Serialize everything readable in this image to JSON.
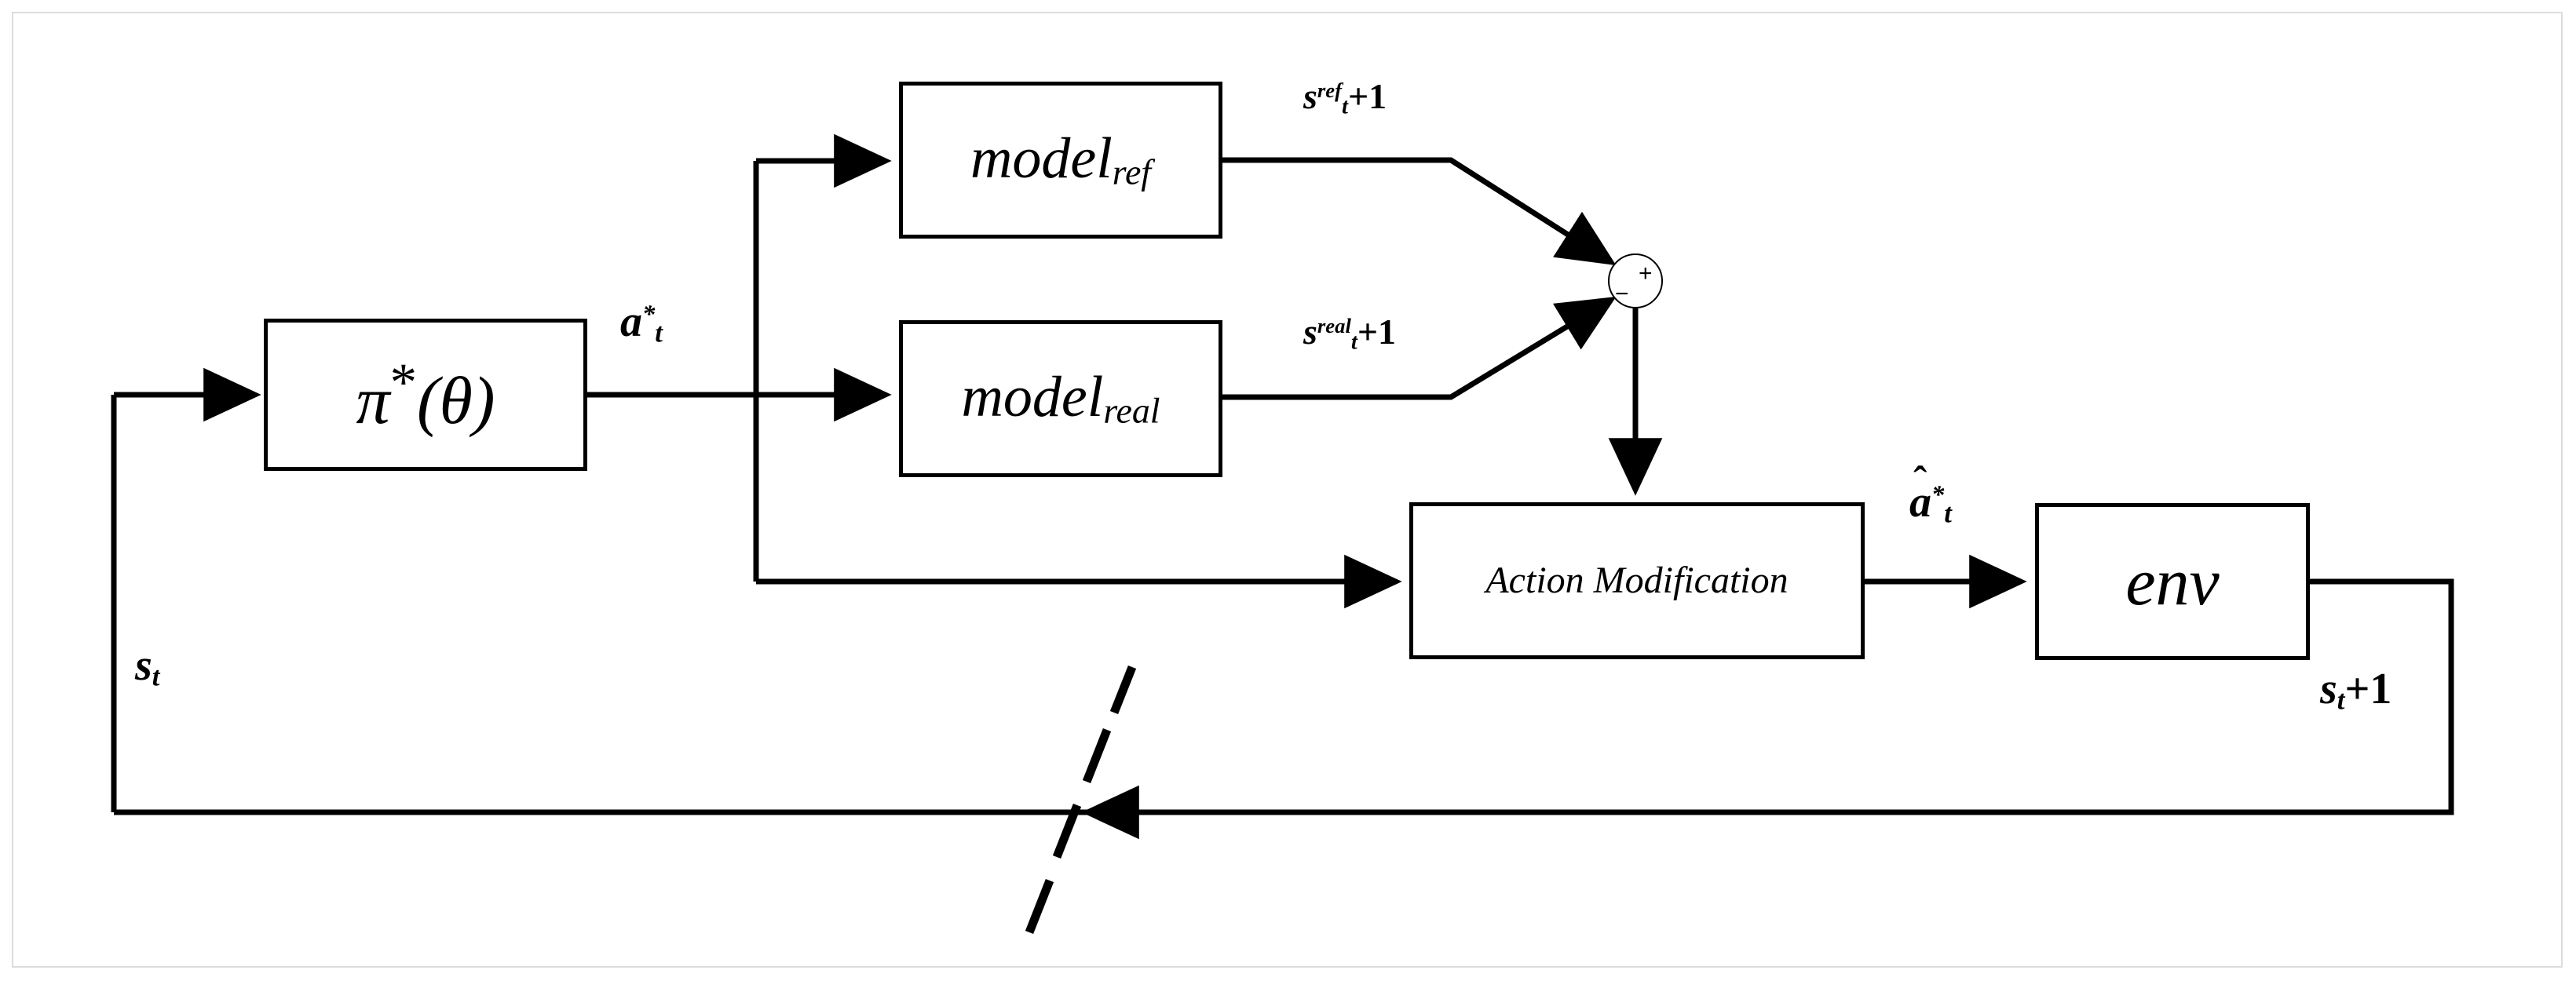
{
  "figure": {
    "type": "block-diagram",
    "title": "Residual-model action modification control loop",
    "background_color": "#ffffff",
    "line_color": "#000000",
    "frame_color": "#dcdcdc"
  },
  "blocks": [
    {
      "id": "policy",
      "label": "π",
      "label_sup": "*",
      "label_tail": "(θ)",
      "name": "policy-block"
    },
    {
      "id": "model_ref",
      "label": "model",
      "sub": "ref",
      "name": "model-ref-block"
    },
    {
      "id": "model_real",
      "label": "model",
      "sub": "real",
      "name": "model-real-block"
    },
    {
      "id": "action_mod",
      "label": "Action Modification",
      "name": "action-modification-block"
    },
    {
      "id": "env",
      "label": "env",
      "name": "env-block"
    }
  ],
  "labels": {
    "policy": "π",
    "policy_star": "*",
    "policy_arg": "(θ)",
    "model_ref_base": "model",
    "model_ref_sub": "ref",
    "model_real_base": "model",
    "model_real_sub": "real",
    "action_modification": "Action Modification",
    "env": "env"
  },
  "signals": {
    "action_optimal": {
      "base": "a",
      "sub": "t",
      "sup": "*",
      "text": "a*_t"
    },
    "state_ref_next": {
      "base": "s",
      "sub": "t",
      "sup": "ref",
      "op": "+",
      "tail": "1",
      "text": "s^ref_{t+1}"
    },
    "state_real_next": {
      "base": "s",
      "sub": "t",
      "sup": "real",
      "op": "+",
      "tail": "1",
      "text": "s^real_{t+1}"
    },
    "action_modified": {
      "base": "a",
      "hat": "ˆ",
      "sub": "t",
      "sup": "*",
      "text": "â*_t"
    },
    "state_current": {
      "base": "s",
      "sub": "t",
      "text": "s_t"
    },
    "state_next": {
      "base": "s",
      "sub": "t",
      "op": "+",
      "tail": "1",
      "text": "s_{t+1}"
    }
  },
  "summing_junction": {
    "name": "summing-junction",
    "plus_sign": "+",
    "minus_sign": "−",
    "plus_input": "state_ref_next",
    "minus_input": "state_real_next"
  },
  "connections": [
    {
      "from": "feedback",
      "to": "policy",
      "signal": "state_current"
    },
    {
      "from": "policy",
      "to": "branch",
      "signal": "action_optimal"
    },
    {
      "from": "branch",
      "to": "model_ref",
      "signal": "action_optimal"
    },
    {
      "from": "branch",
      "to": "model_real",
      "signal": "action_optimal"
    },
    {
      "from": "branch",
      "to": "action_mod",
      "signal": "action_optimal"
    },
    {
      "from": "model_ref",
      "to": "summing_junction",
      "signal": "state_ref_next",
      "sign": "+"
    },
    {
      "from": "model_real",
      "to": "summing_junction",
      "signal": "state_real_next",
      "sign": "-"
    },
    {
      "from": "summing_junction",
      "to": "action_mod",
      "signal": "state_difference"
    },
    {
      "from": "action_mod",
      "to": "env",
      "signal": "action_modified"
    },
    {
      "from": "env",
      "to": "feedback",
      "signal": "state_next",
      "delay": true
    }
  ],
  "delay_marker": {
    "name": "unit-delay-slash",
    "style": "dashed-slash",
    "dashes": 4
  }
}
